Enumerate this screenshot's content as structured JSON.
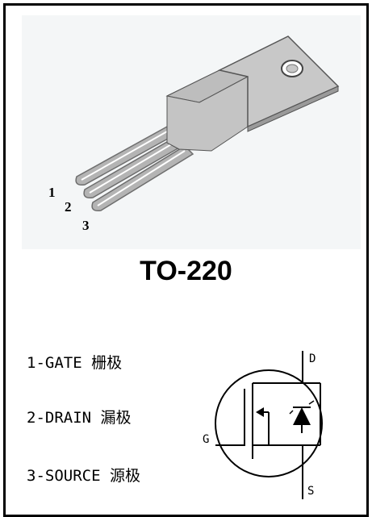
{
  "package": {
    "name": "TO-220",
    "pin_numbers": [
      "1",
      "2",
      "3"
    ]
  },
  "pins": [
    {
      "label": "1-GATE 栅极"
    },
    {
      "label": "2-DRAIN 漏极"
    },
    {
      "label": "3-SOURCE 源极"
    }
  ],
  "symbol": {
    "drain_label": "D",
    "gate_label": "G",
    "source_label": "S"
  },
  "colors": {
    "body_light": "#c8c8c8",
    "body_dark": "#9a9a9a",
    "leads": "#a8a8a8",
    "background_tint": "#f4f6f7"
  }
}
